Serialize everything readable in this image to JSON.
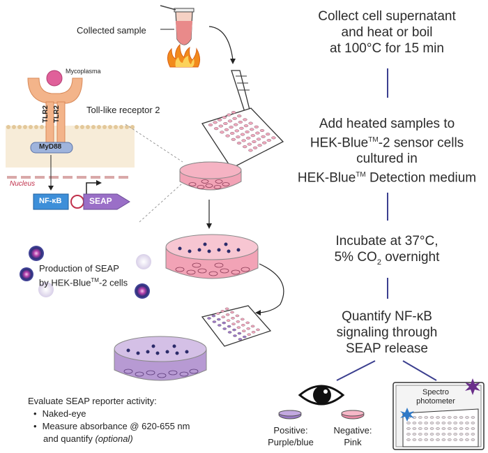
{
  "steps": {
    "s1_line1": "Collect cell supernatant",
    "s1_line2": "and heat or boil",
    "s1_line3": "at 100°C for 15 min",
    "s2_line1": "Add heated samples to",
    "s2_line2_a": "HEK-Blue",
    "s2_line2_tm": "TM",
    "s2_line2_b": "-2 sensor cells",
    "s2_line3": "cultured in",
    "s2_line4_a": "HEK-Blue",
    "s2_line4_tm": "TM",
    "s2_line4_b": " Detection medium",
    "s3_line1": "Incubate at 37°C,",
    "s3_line2_a": "5% CO",
    "s3_line2_sub": "2",
    "s3_line2_b": " overnight",
    "s4_line1": "Quantify NF-κB",
    "s4_line2": "signaling through",
    "s4_line3": "SEAP release"
  },
  "labels": {
    "collected_sample": "Collected sample",
    "mycoplasma": "Mycoplasma",
    "tlr2_receptor": "Toll-like receptor 2",
    "tlr2_a": "TLR2",
    "tlr2_b": "TLR2",
    "myd88": "MyD88",
    "nucleus": "Nucleus",
    "nfkb": "NF-κB",
    "seap": "SEAP",
    "production_line1": "Production of SEAP",
    "production_line2_a": "by HEK-Blue",
    "production_line2_tm": "TM",
    "production_line2_b": "-2 cells",
    "spectro_line1": "Spectro",
    "spectro_line2": "photometer",
    "positive_line1": "Positive:",
    "positive_line2": "Purple/blue",
    "negative_line1": "Negative:",
    "negative_line2": "Pink"
  },
  "evaluate": {
    "title": "Evaluate SEAP reporter activity:",
    "item1": "Naked-eye",
    "item2": "Measure absorbance @ 620-655 nm",
    "item3_a": "and quantify ",
    "item3_b": "(optional)"
  },
  "colors": {
    "step_line": "#3b3f8f",
    "receptor": "#f3b48a",
    "myd88": "#9fb4dc",
    "nfkb": "#3d8fd9",
    "seap_arrow": "#9a6fc7",
    "pink_medium": "#f2a3b6",
    "purple_medium": "#b79ad3",
    "flame": "#f28a1c"
  }
}
